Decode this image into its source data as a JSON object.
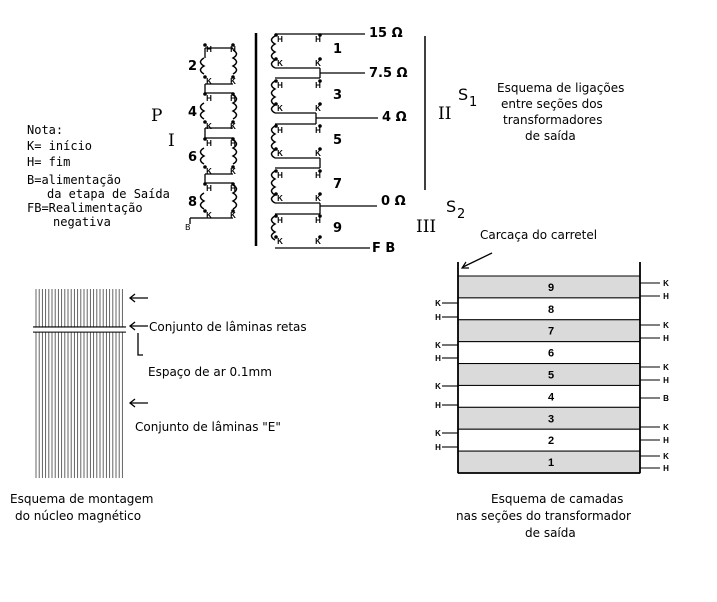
{
  "note": {
    "title": "Nota:",
    "k": "K= início",
    "h": "H= fim",
    "b_line1": "B=alimentação",
    "b_line2": "da etapa de Saída",
    "fb_line1": "FB=Realimentação",
    "fb_line2": "negativa"
  },
  "primary": {
    "letter": "P",
    "roman": "I",
    "sections": [
      "2",
      "4",
      "6",
      "8"
    ],
    "b_label": "B"
  },
  "secondary": {
    "sections": [
      "1",
      "3",
      "5",
      "7",
      "9"
    ],
    "taps": [
      "15 Ω",
      "7.5 Ω",
      "4 Ω",
      "0 Ω"
    ],
    "fb_label": "F B",
    "s1_letter": "S",
    "s1_sub": "1",
    "s1_roman": "II",
    "s2_letter": "S",
    "s2_sub": "2",
    "s2_roman": "III"
  },
  "coil_labels": {
    "k": "K",
    "h": "H"
  },
  "caption_connections": [
    "Esquema de ligações",
    "entre seções dos",
    "transformadores",
    "de saída"
  ],
  "core": {
    "straight_label": "Conjunto de lâminas retas",
    "gap_label": "Espaço de ar 0.1mm",
    "e_label": "Conjunto de lâminas \"E\"",
    "caption": [
      "Esquema de montagem",
      "do núcleo magnético"
    ]
  },
  "layers": {
    "carcass_label": "Carcaça do carretel",
    "numbers": [
      "9",
      "8",
      "7",
      "6",
      "5",
      "4",
      "3",
      "2",
      "1"
    ],
    "right_labels": [
      "K",
      "H",
      "K",
      "H",
      "K",
      "H",
      "B",
      "K",
      "H",
      "K",
      "H"
    ],
    "left_labels": [
      "K",
      "H",
      "K",
      "H",
      "K",
      "H",
      "K",
      "H"
    ],
    "caption": [
      "Esquema de camadas",
      "nas seções do transformador",
      "de saída"
    ]
  }
}
